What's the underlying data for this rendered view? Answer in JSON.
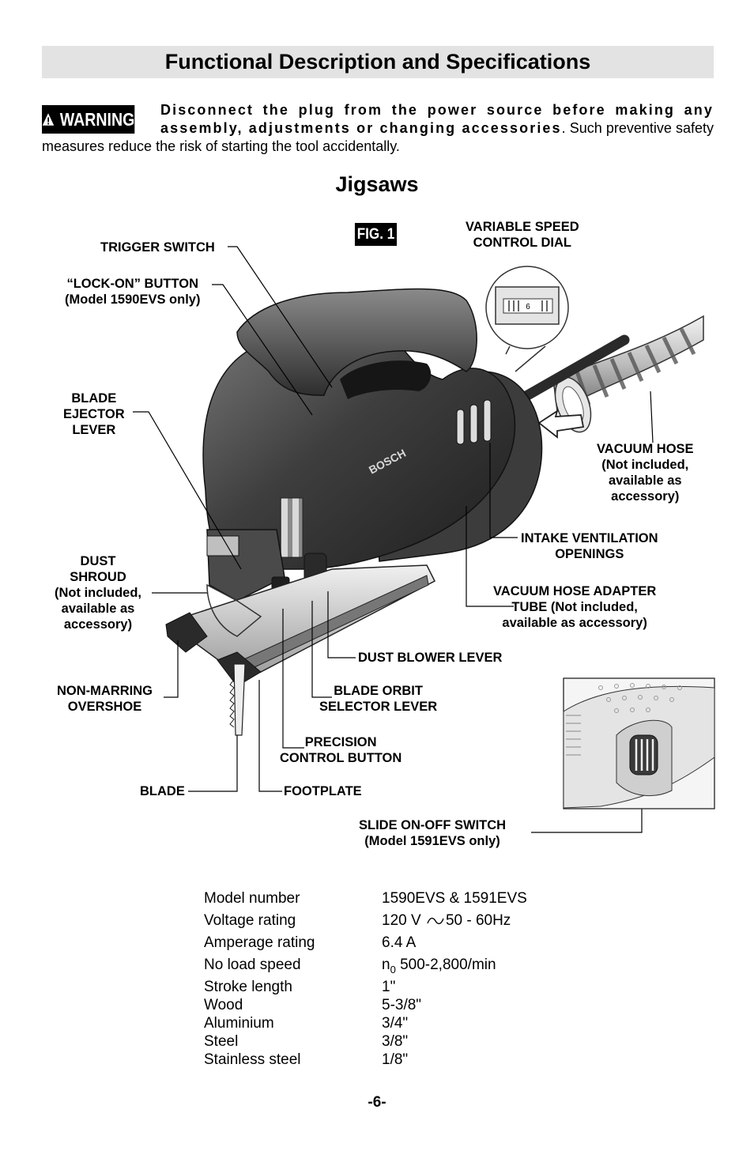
{
  "page": {
    "title": "Functional Description and Specifications",
    "section_title": "Jigsaws",
    "page_number": "-6-"
  },
  "warning": {
    "badge": "WARNING",
    "bold_text": "Disconnect the plug from the power source before making any assembly, adjustments or changing accessories",
    "rest_text": ". Such preventive safety measures reduce the risk of starting the tool accidentally."
  },
  "figure": {
    "tag": "FIG. 1",
    "brand": "BOSCH",
    "dial_value": "6",
    "labels": {
      "variable_speed": [
        "VARIABLE SPEED",
        "CONTROL DIAL"
      ],
      "trigger_switch": "TRIGGER SWITCH",
      "lock_on": [
        "“LOCK-ON” BUTTON",
        "(Model 1590EVS only)"
      ],
      "blade_ejector": [
        "BLADE",
        "EJECTOR",
        "LEVER"
      ],
      "vacuum_hose": [
        "VACUUM HOSE",
        "(Not included,",
        "available as",
        "accessory)"
      ],
      "intake_vent": [
        "INTAKE VENTILATION",
        "OPENINGS"
      ],
      "dust_shroud": [
        "DUST",
        "SHROUD",
        "(Not included,",
        "available as",
        "accessory)"
      ],
      "vacuum_adapter": [
        "VACUUM HOSE ADAPTER",
        "TUBE (Not included,",
        "available as accessory)"
      ],
      "dust_blower": "DUST BLOWER LEVER",
      "non_marring": [
        "NON-MARRING",
        "OVERSHOE"
      ],
      "blade_orbit": [
        "BLADE ORBIT",
        "SELECTOR LEVER"
      ],
      "precision": [
        "PRECISION",
        "CONTROL BUTTON"
      ],
      "blade": "BLADE",
      "footplate": "FOOTPLATE",
      "slide_switch": [
        "SLIDE ON-OFF SWITCH",
        "(Model 1591EVS only)"
      ]
    }
  },
  "specs": [
    {
      "label": "Model number",
      "value": "1590EVS & 1591EVS"
    },
    {
      "label": "Voltage rating",
      "value_pre": "120 V",
      "value_post": "50 - 60Hz"
    },
    {
      "label": "Amperage rating",
      "value": "6.4 A"
    },
    {
      "label": "No load speed",
      "value_pre": "n",
      "value_sub": "0",
      "value_post": " 500-2,800/min"
    },
    {
      "label": "Stroke length",
      "value": "1\""
    },
    {
      "label": "Wood",
      "value": "5-3/8\""
    },
    {
      "label": "Aluminium",
      "value": "3/4\""
    },
    {
      "label": "Steel",
      "value": "3/8\""
    },
    {
      "label": "Stainless steel",
      "value": "1/8\""
    }
  ]
}
